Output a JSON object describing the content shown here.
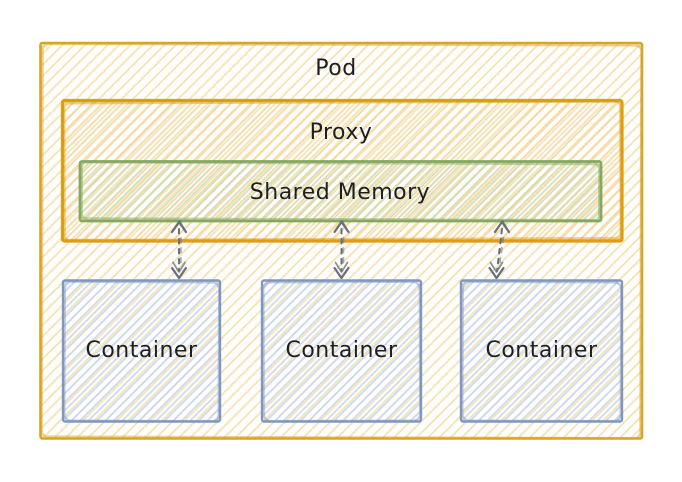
{
  "colors": {
    "canvas_bg": "#ffffff",
    "pod_border": "#D9A527",
    "pod_hatch": "#F6E3B2",
    "proxy_border": "#E09D0F",
    "proxy_hatch": "#F7D9A4",
    "shared_memory_border": "#84A95F",
    "shared_memory_hatch": "#CCDEBB",
    "container_border": "#8097C1",
    "container_hatch": "#CAD9F1",
    "arrow": "#666F7D",
    "label_text": "#1E1E1E"
  },
  "diagram": {
    "style": "hand-drawn sketch",
    "nodes": {
      "pod": {
        "label": "Pod"
      },
      "proxy": {
        "label": "Proxy",
        "parent": "pod"
      },
      "shared_memory": {
        "label": "Shared Memory",
        "parent": "proxy"
      },
      "containers": [
        {
          "label": "Container"
        },
        {
          "label": "Container"
        },
        {
          "label": "Container"
        }
      ]
    },
    "edges": [
      {
        "from": "container-1",
        "to": "shared_memory",
        "line": "dashed",
        "arrows": "both"
      },
      {
        "from": "container-2",
        "to": "shared_memory",
        "line": "dashed",
        "arrows": "both"
      },
      {
        "from": "container-3",
        "to": "shared_memory",
        "line": "dashed",
        "arrows": "both"
      }
    ]
  }
}
